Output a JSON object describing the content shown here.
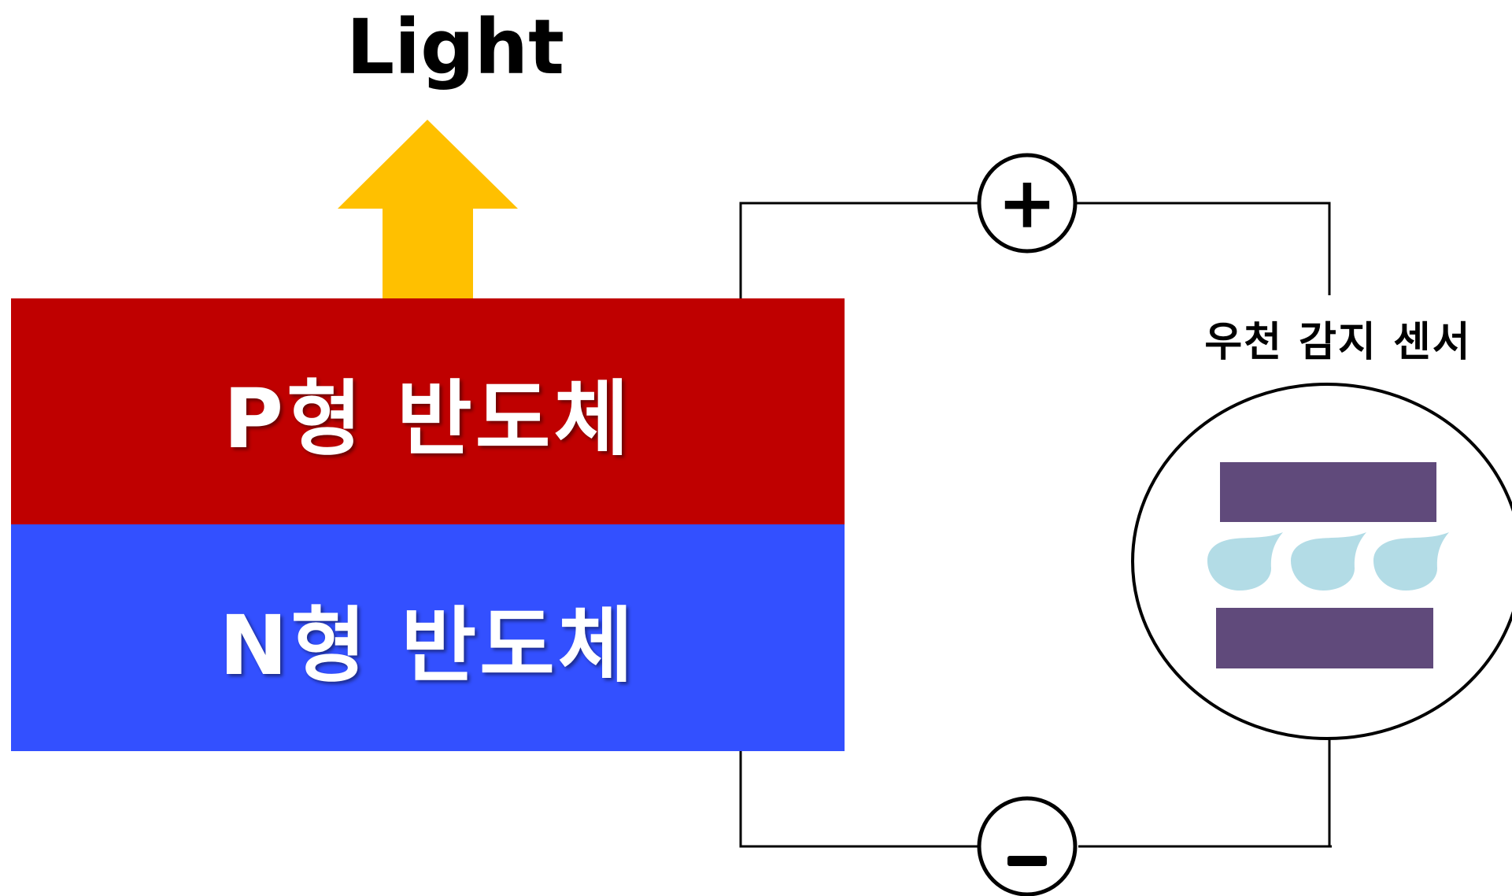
{
  "diagram": {
    "light_label": "Light",
    "p_layer_label": "P형 반도체",
    "n_layer_label": "N형 반도체",
    "sensor_title": "우천 감지 센서",
    "positive_terminal_symbol": "+",
    "negative_terminal_symbol": "–",
    "colors": {
      "arrow": "#ffc000",
      "p_layer": "#bf0000",
      "n_layer": "#3350ff",
      "sensor_plate": "#604a7b",
      "droplet": "#b3dce6"
    }
  }
}
